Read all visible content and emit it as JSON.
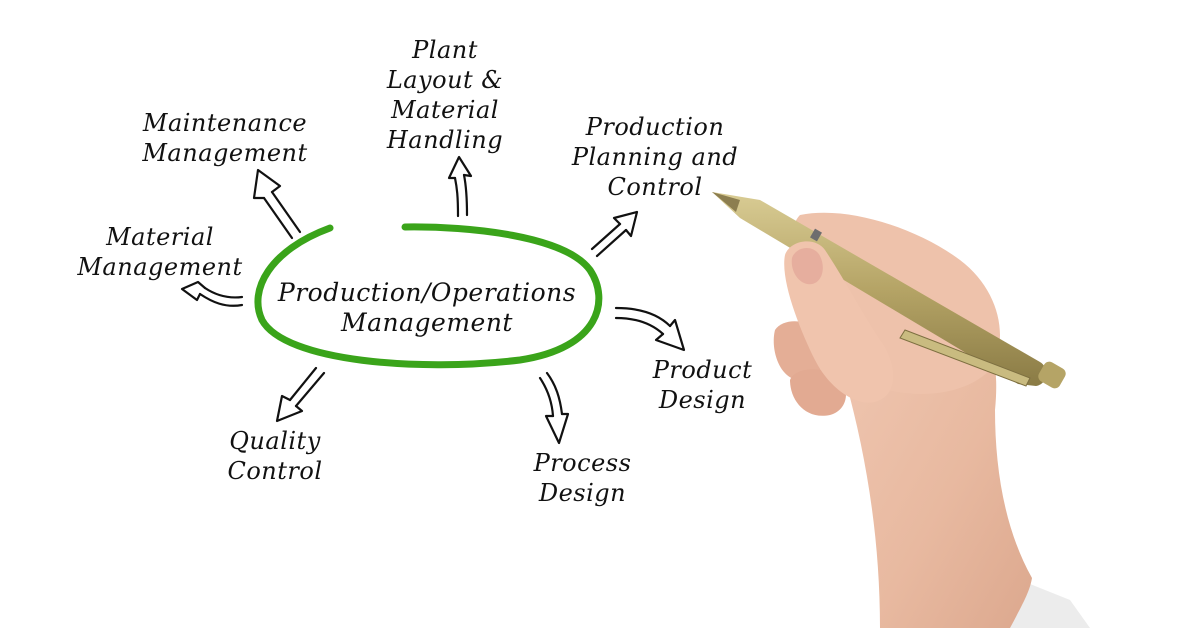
{
  "diagram": {
    "center": {
      "lines": [
        "Production/Operations",
        "Management"
      ],
      "ring_color": "#3aa41a"
    },
    "nodes": [
      {
        "id": "maintenance",
        "lines": [
          "Maintenance",
          "Management"
        ]
      },
      {
        "id": "plant-layout",
        "lines": [
          "Plant",
          "Layout &",
          "Material",
          "Handling"
        ]
      },
      {
        "id": "production-planning",
        "lines": [
          "Production",
          "Planning and",
          "Control"
        ]
      },
      {
        "id": "material",
        "lines": [
          "Material",
          "Management"
        ]
      },
      {
        "id": "product-design",
        "lines": [
          "Product",
          "Design"
        ]
      },
      {
        "id": "process-design",
        "lines": [
          "Process",
          "Design"
        ]
      },
      {
        "id": "quality-control",
        "lines": [
          "Quality",
          "Control"
        ]
      }
    ],
    "colors": {
      "ink": "#111111",
      "background": "#ffffff",
      "pen": "#b9a86c",
      "skin": "#e8b9a0",
      "sleeve": "#ececec"
    }
  }
}
